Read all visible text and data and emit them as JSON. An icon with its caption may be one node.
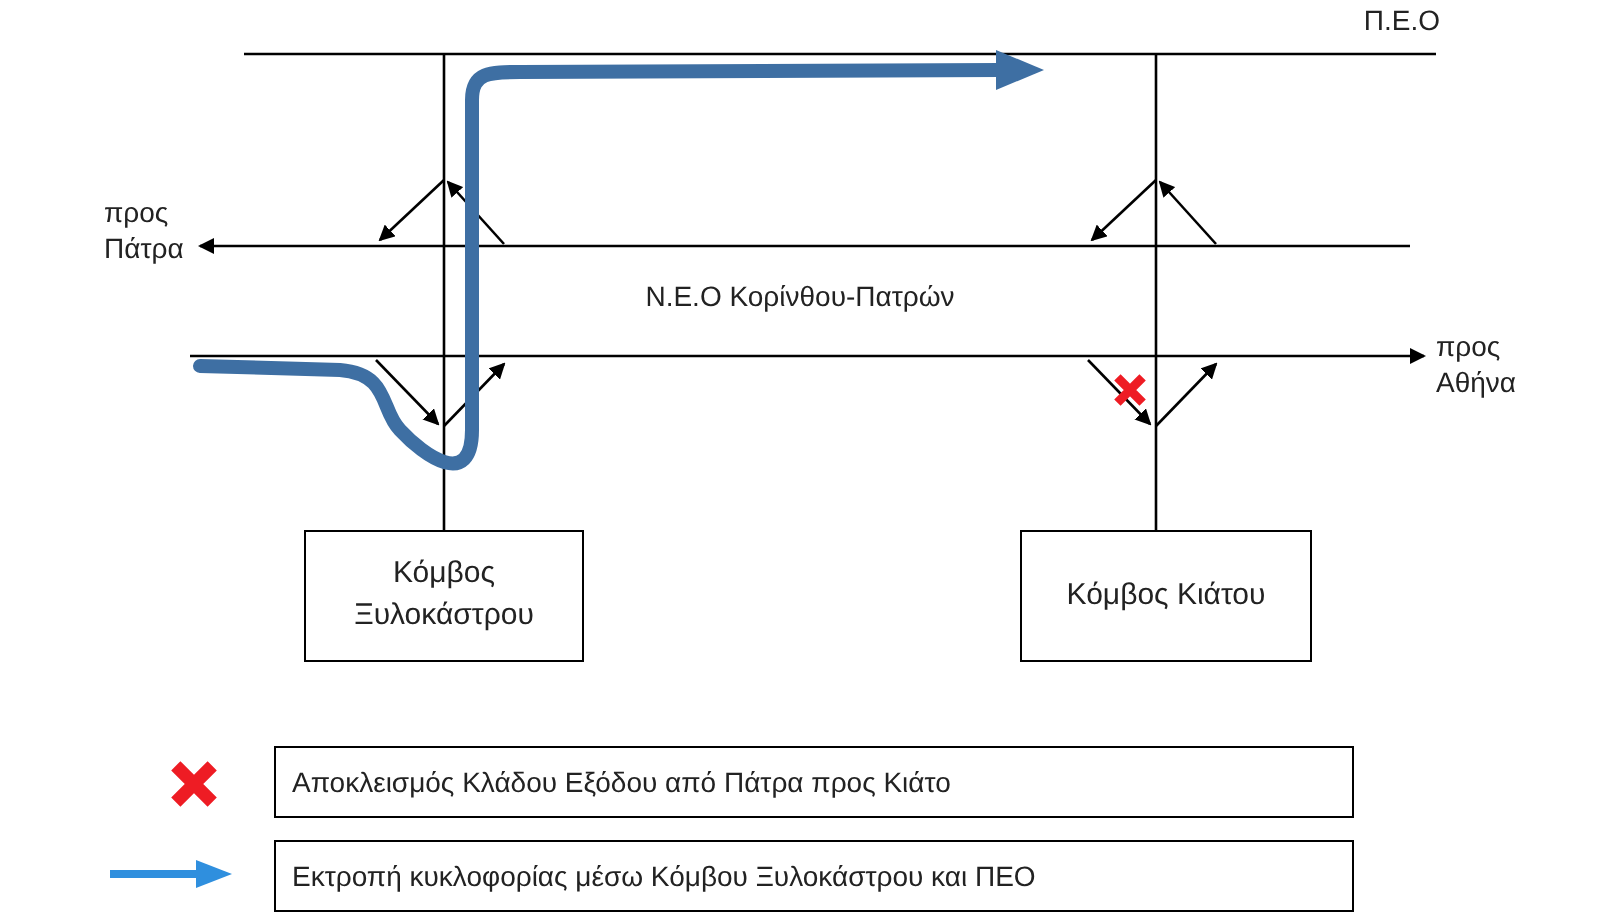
{
  "diagram": {
    "nodes": [
      {
        "text": [
          "Κόμβος Ξυλοκάστρου"
        ]
      },
      {
        "text": [
          "Κόμβος Κιάτου"
        ]
      }
    ],
    "edges": [
      {
        "from": null,
        "to": 0,
        "arrow": "none"
      },
      {
        "from": null,
        "to": 1,
        "arrow": "none"
      }
    ],
    "labels": [
      "Π.Ε.Ο",
      "προς Πάτρα",
      "Ν.Ε.Ο Κορίνθου-Πατρών",
      "προς Αθήνα"
    ],
    "legend": [
      {
        "text": "Αποκλεισμός Κλάδου Εξόδου από Πάτρα προς Κιάτο"
      },
      {
        "text": "Εκτροπή κυκλοφορίας μέσω Κόμβου Ξυλοκάστρου και ΠΕΟ"
      }
    ]
  }
}
